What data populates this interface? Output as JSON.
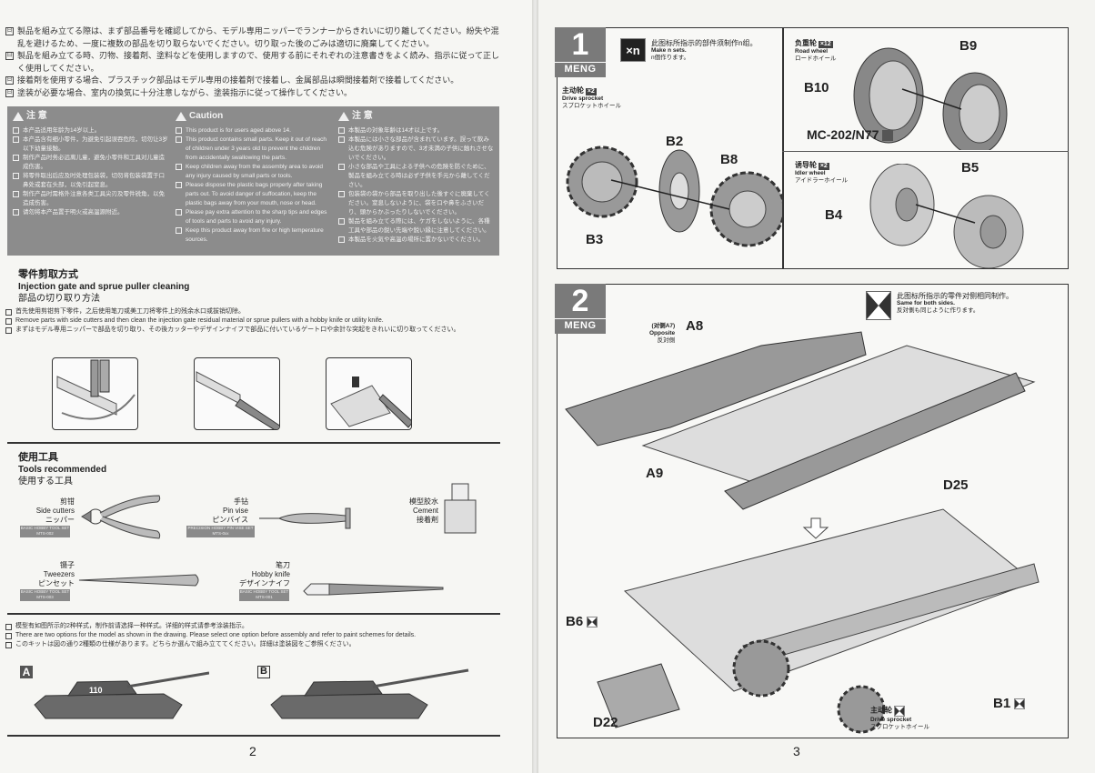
{
  "left_page": {
    "jp_notes": [
      "製品を組み立てる際は、まず部品番号を確認してから、モデル専用ニッパーでランナーからきれいに切り離してください。紛失や混乱を避けるため、一度に複数の部品を切り取らないでください。切り取った後のごみは適切に廃棄してください。",
      "製品を組み立てる時、刃物、接着剤、塗料などを使用しますので、使用する前にそれぞれの注意書きをよく読み、指示に従って正しく使用してください。",
      "接着剤を使用する場合、プラスチック部品はモデル専用の接着剤で接着し、金属部品は瞬間接着剤で接着してください。",
      "塗装が必要な場合、室内の換気に十分注意しながら、塗装指示に従って操作してください。"
    ],
    "caution": {
      "zh": {
        "title": "注 意",
        "items": [
          "本产品适用年龄为14岁以上。",
          "本产品含有细小零件，为避免引起误吞危险，切勿让3岁以下幼童接触。",
          "制作产品时务必远离儿童，避免小零件和工具对儿童造成伤害。",
          "将零件取出后应及时处理包装袋，切勿将包装袋置于口鼻处或套在头部，以免引起窒息。",
          "制作产品时需格外注意各类工具尖刃及零件锐角，以免造成伤害。",
          "请勿将本产品置于明火或高温源附近。"
        ]
      },
      "en": {
        "title": "Caution",
        "items": [
          "This product is for users aged above 14.",
          "This product contains small parts. Keep it out of reach of children under 3 years old to prevent the children from accidentally swallowing the parts.",
          "Keep children away from the assembly area to avoid any injury caused by small parts or tools.",
          "Please dispose the plastic bags properly after taking parts out. To avoid danger of suffocation, keep the plastic bags away from your mouth, nose or head.",
          "Please pay extra attention to the sharp tips and edges of tools and parts to avoid any injury.",
          "Keep this product away from fire or high temperature sources."
        ]
      },
      "jp": {
        "title": "注 意",
        "items": [
          "本製品の対象年齢は14才以上です。",
          "本製品には小さな部品が含まれています。誤って飲み込む危険がありますので、3才未満の子供に触れさせないでください。",
          "小さな部品や工具による子供への危険を防ぐために、製品を組み立てる時は必ず子供を手元から離してください。",
          "包装袋の袋から部品を取り出した後すぐに廃棄してください。窒息しないように、袋を口や鼻をふさいだり、頭からかぶったりしないでください。",
          "製品を組み立てる際には、ケガをしないように、各種工具や部品の鋭い先端や鋭い縁に注意してください。",
          "本製品を火気や高温の場所に置かないでください。"
        ]
      }
    },
    "cutting": {
      "zh": "零件剪取方式",
      "en": "Injection gate and sprue puller cleaning",
      "jp": "部品の切り取り方法",
      "notes": [
        "首先使用剪钳剪下零件，之后使用笔刀或美工刀将零件上的残余水口或拔销切除。",
        "Remove parts with side cutters and then clean the injection gate residual material or sprue pullers with a hobby knife or utility knife.",
        "まずはモデル専用ニッパーで部品を切り取り、その後カッターやデザインナイフで部品に付いているゲート口や余計な突起をきれいに切り取ってください。"
      ]
    },
    "tools": {
      "zh": "使用工具",
      "en": "Tools recommended",
      "jp": "使用する工具",
      "items": [
        {
          "zh": "剪钳",
          "en": "Side cutters",
          "jp": "ニッパー",
          "code_line1": "BASIC HOBBY TOOL SET",
          "code_line2": "MTS-002"
        },
        {
          "zh": "手钻",
          "en": "Pin vise",
          "jp": "ピンバイス",
          "code_line1": "PRECISION HOBBY PIN VISE SET",
          "code_line2": "MTS-0xx"
        },
        {
          "zh": "模型胶水",
          "en": "Cement",
          "jp": "接着剤",
          "code_line1": "",
          "code_line2": ""
        },
        {
          "zh": "镊子",
          "en": "Tweezers",
          "jp": "ピンセット",
          "code_line1": "BASIC HOBBY TOOL SET",
          "code_line2": "MTS-003"
        },
        {
          "zh": "笔刀",
          "en": "Hobby knife",
          "jp": "デザインナイフ",
          "code_line1": "BASIC HOBBY TOOL SET",
          "code_line2": "MTS-001"
        }
      ]
    },
    "options": {
      "notes": [
        "模型有如图所示的2种样式，制作前请选择一种样式。详细的样式请参考涂装指示。",
        "There are two options for the model as shown in the drawing. Please select one option before assembly and refer to paint schemes for details.",
        "このキットは図の通り2種類の仕様があります。どちらか選んで組み立ててください。詳細は塗装図をご参照ください。"
      ],
      "option_a": "A",
      "option_b": "B",
      "tank_a_number": "110"
    },
    "page_number": "2"
  },
  "right_page": {
    "step1": {
      "number": "1",
      "brand": "MENG",
      "legend_badge": "×n",
      "legend_zh": "此图标所指示的部件须制作n组。",
      "legend_en": "Make n sets.",
      "legend_jp": "n個作ります。",
      "sprocket": {
        "zh": "主动轮",
        "en": "Drive sprocket",
        "jp": "スプロケットホイール",
        "qty": "×2"
      },
      "road_wheel": {
        "zh": "负重轮",
        "en": "Road wheel",
        "jp": "ロードホイール",
        "qty": "×12"
      },
      "idler_wheel": {
        "zh": "诱导轮",
        "en": "Idler wheel",
        "jp": "アイドラーホイール",
        "qty": "×2"
      },
      "parts": [
        "B2",
        "B8",
        "B3",
        "B9",
        "B10",
        "B5",
        "B4"
      ],
      "paint_code": "MC-202/N77"
    },
    "step2": {
      "number": "2",
      "brand": "MENG",
      "legend_zh": "此图标所指示的零件对侧相同制作。",
      "legend_en": "Same for both sides.",
      "legend_jp": "反対側も同じように作ります。",
      "opposite_zh": "(对侧A7)",
      "opposite_en": "Opposite",
      "opposite_jp": "反対側",
      "parts": [
        "A8",
        "A9",
        "D25",
        "B6",
        "D22",
        "B1"
      ],
      "sprocket": {
        "zh": "主动轮",
        "en": "Drive sprocket",
        "jp": "スプロケットホイール"
      }
    },
    "page_number": "3"
  }
}
